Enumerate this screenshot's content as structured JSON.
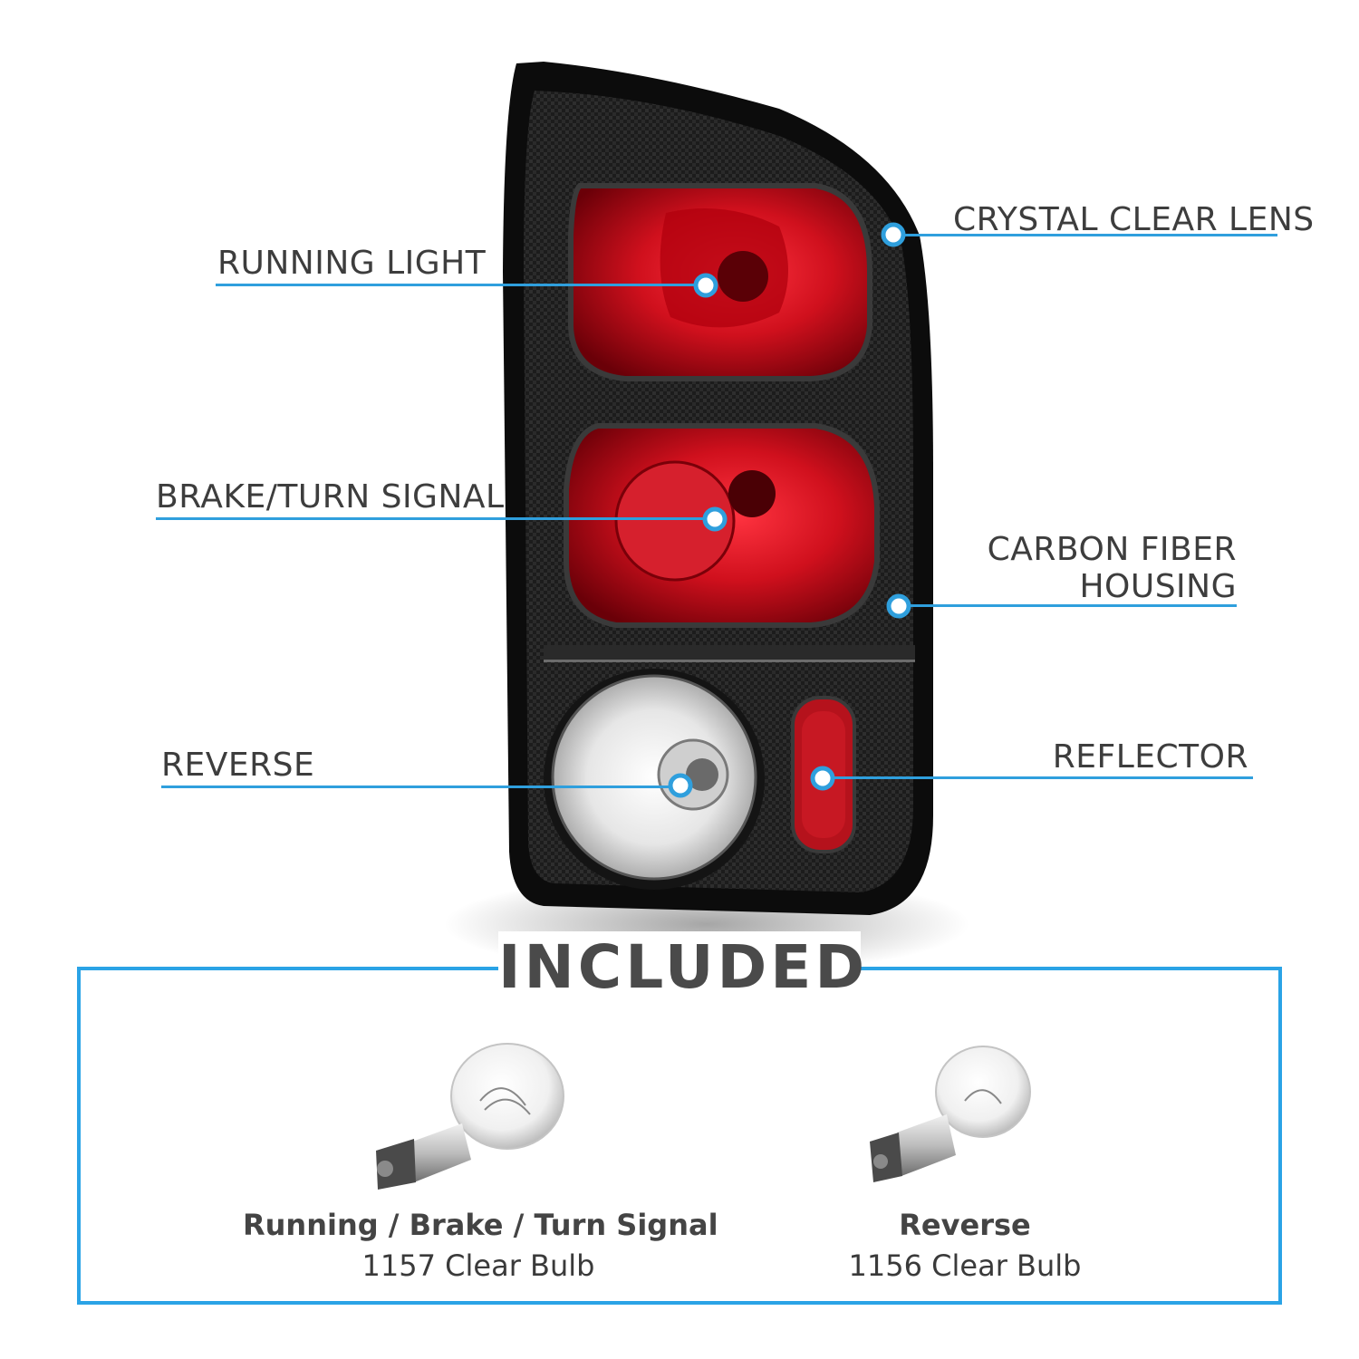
{
  "callouts": {
    "running_light": "RUNNING  LIGHT",
    "crystal_clear_lens": "CRYSTAL CLEAR LENS",
    "brake_turn_signal": "BRAKE/TURN SIGNAL",
    "carbon_fiber_line1": "CARBON FIBER",
    "carbon_fiber_line2": "HOUSING",
    "reverse": "REVERSE",
    "reflector": "REFLECTOR"
  },
  "included": {
    "title": "INCLUDED",
    "bulbs": [
      {
        "title": "Running / Brake / Turn Signal",
        "subtitle": "1157 Clear Bulb"
      },
      {
        "title": "Reverse",
        "subtitle": "1156 Clear Bulb"
      }
    ]
  },
  "colors": {
    "accent": "#2aa3e6",
    "lens_red": "#c8101c",
    "housing": "#1a1a1a",
    "text": "#3d3d3d"
  }
}
